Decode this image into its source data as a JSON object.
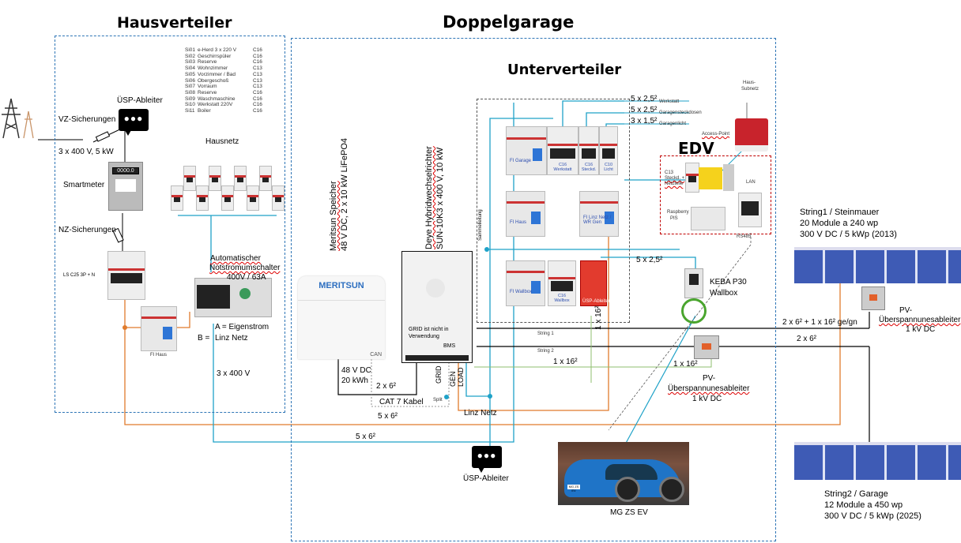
{
  "titles": {
    "hausverteiler": "Hausverteiler",
    "doppelgarage": "Doppelgarage",
    "unterverteiler": "Unterverteiler",
    "edv": "EDV"
  },
  "hausverteiler": {
    "circuits": [
      {
        "id": "Si01",
        "name": "e-Herd 3 x 220 V",
        "rating": "C16"
      },
      {
        "id": "Si02",
        "name": "Geschirrspüler",
        "rating": "C16"
      },
      {
        "id": "Si03",
        "name": "Reserve",
        "rating": "C16"
      },
      {
        "id": "Si04",
        "name": "Wohnzimmer",
        "rating": "C13"
      },
      {
        "id": "Si05",
        "name": "Vorzimmer / Bad",
        "rating": "C13"
      },
      {
        "id": "Si06",
        "name": "Obergeschoß",
        "rating": "C13"
      },
      {
        "id": "Si07",
        "name": "Vorraum",
        "rating": "C13"
      },
      {
        "id": "Si08",
        "name": "Reserve",
        "rating": "C16"
      },
      {
        "id": "Si09",
        "name": "Waschmaschine",
        "rating": "C16"
      },
      {
        "id": "Si10",
        "name": "Werkstatt 220V",
        "rating": "C16"
      },
      {
        "id": "Si11",
        "name": "Boiler",
        "rating": "C16"
      }
    ],
    "usp_ableiter": "ÜSP-Ableiter",
    "vz_sicherungen": "VZ-Sicherungen",
    "supply": "3 x 400 V, 5 kW",
    "smartmeter": "Smartmeter",
    "meter_display": "0000.0",
    "nz_sicherungen": "NZ-Sicherungen",
    "ls_label": "LS C25 3P + N",
    "hausnetz": "Hausnetz",
    "fi_haus": "FI Haus",
    "ats_line1": "Automatischer",
    "ats_line2": "Notstromumschalter",
    "ats_line3": "400V / 63A",
    "ats_a": "A =  Eigenstrom",
    "ats_b_prefix": "B =",
    "ats_b": "Linz Netz",
    "feed_voltage": "3 x 400 V"
  },
  "speicher": {
    "label_line1": "Meritsun Speicher",
    "label_line2": "48 V DC, 2 x 10 kW LiFePO4",
    "brand": "MERITSUN",
    "can": "CAN",
    "dc": "48 V DC",
    "capacity": "20 kWh",
    "cable": "2 x 6²",
    "cat7": "CAT 7 Kabel"
  },
  "inverter": {
    "label_line1": "Deye Hybridwechselrichter",
    "label_line2": "SUN-10K3 x 400 V, 10 kW",
    "note_line1": "GRID ist nicht in",
    "note_line2": "Verwendung",
    "bms": "BMS",
    "port_grid": "GRID",
    "port_gen": "GEN",
    "port_load": "LOAD",
    "split": "Split",
    "linz_netz": "Linz Netz"
  },
  "unterverteiler": {
    "outputs": [
      {
        "cable": "5 x 2,5²",
        "name": "Werkstatt"
      },
      {
        "cable": "5 x 2,5²",
        "name": "Garagensteckdosen"
      },
      {
        "cable": "3 x 1,5²",
        "name": "Garagenlicht"
      }
    ],
    "fi_garage": "FI Garage",
    "c16_werkstatt": "C16 Werkstatt",
    "c16_steckd": "C16 Steckd.",
    "c10_licht": "C10 Licht",
    "fi_haus": "FI Haus",
    "fi_linz": "FI Linz Netz / WR Gen",
    "fi_wallbox": "FI Wallbox",
    "c16_wallbox": "C16 Wallbox",
    "spd": "ÜSP-Ableiter",
    "sammelleitung": "Sammelleitung",
    "wallbox_cable": "5 x 2,5²",
    "earth_cable": "1 x 16²"
  },
  "edv": {
    "haus_subnetz_line1": "Haus-",
    "haus_subnetz_line2": "Subnetz",
    "access_point": "Access-Point",
    "c13_line1": "C13",
    "c13_line2": "Steckd. +",
    "c13_line3": "Netzteile",
    "lan": "LAN",
    "raspberry_line1": "Raspberry",
    "raspberry_line2": "PIS",
    "rs485": "RS485"
  },
  "wallbox": {
    "line1": "KEBA P30",
    "line2": "Wallbox"
  },
  "strings": {
    "string1_label": "String 1",
    "string2_label": "String 2",
    "earth_cable": "1 x 16²",
    "string1": {
      "line1": "String1 / Steinmauer",
      "line2": "20 Module a 240 wp",
      "line3": "300 V DC / 5 kWp (2013)",
      "cable": "2 x 6² + 1 x 16² ge/gn",
      "spd_line1": "PV-",
      "spd_line2": "Überspannunesableiter",
      "spd_line3": "1 kV DC"
    },
    "string2": {
      "line1": "String2 / Garage",
      "line2": "12 Module a 450 wp",
      "line3": "300 V DC / 5 kWp (2025)",
      "cable": "2 x 6²",
      "spd_cable": "1 x 16²",
      "spd_line1": "PV-",
      "spd_line2": "Überspannunesableiter",
      "spd_line3": "1 kV DC"
    }
  },
  "feeds": {
    "orange_cable": "5 x 6²",
    "blue_cable": "5 x 6²",
    "usp_ableiter_bottom": "ÜSP-Ableiter"
  },
  "car": {
    "label": "MG ZS EV",
    "plate": "MG ZS EV"
  },
  "colors": {
    "zone_blue": "#2e75b6",
    "wire_blue": "#1fa2c8",
    "wire_orange": "#e07b2c",
    "wire_black": "#000000",
    "edv_red": "#c00000",
    "earth_green": "#8fbf6f"
  }
}
